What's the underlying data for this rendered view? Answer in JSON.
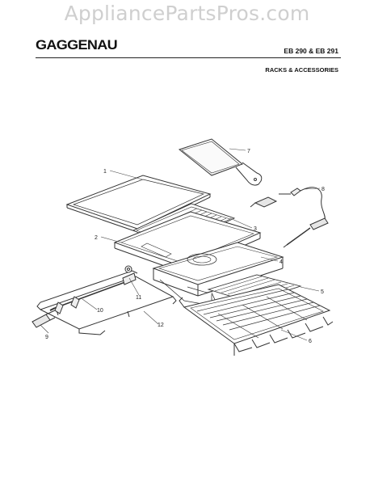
{
  "watermark": "AppliancePartsPros.com",
  "brand": "GAGGENAU",
  "model": "EB 290 & EB 291",
  "section": "RACKS & ACCESSORIES",
  "callouts": {
    "c1": "1",
    "c2": "2",
    "c3": "3",
    "c4": "4",
    "c5": "5",
    "c6": "6",
    "c7": "7",
    "c8": "8",
    "c9": "9",
    "c10": "10",
    "c11": "11",
    "c12": "12"
  }
}
